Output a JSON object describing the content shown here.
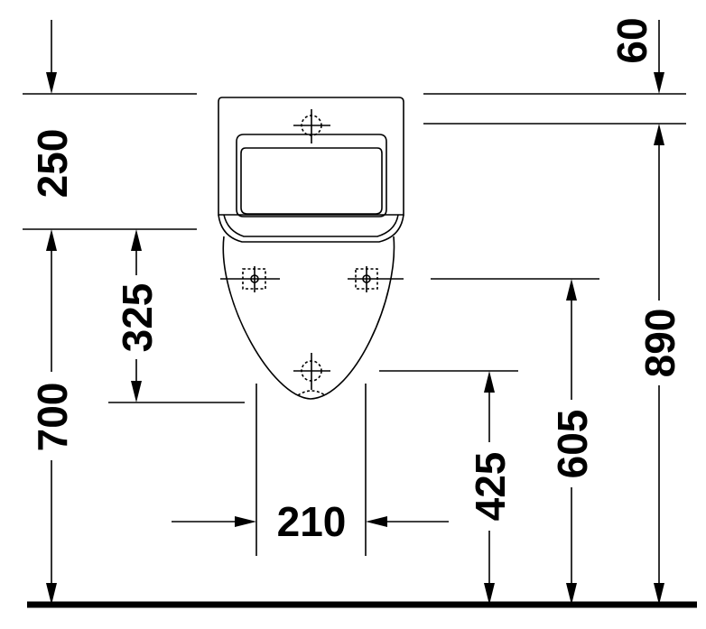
{
  "dimensions": {
    "top_offset": "60",
    "bowl_height": "250",
    "mounting_height": "700",
    "hole_spacing_vertical": "325",
    "inlet_width": "210",
    "outlet_height": "425",
    "side_fixing_height": "605",
    "overall_height": "890"
  }
}
